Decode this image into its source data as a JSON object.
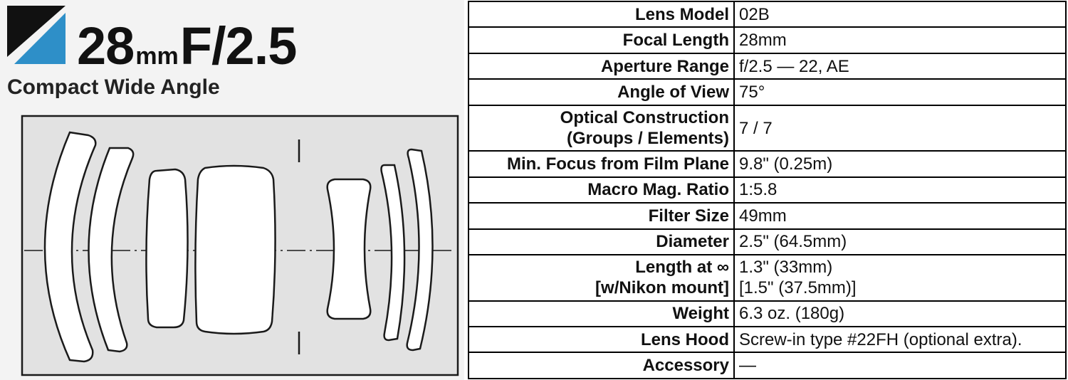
{
  "header": {
    "focal": "28",
    "unit": "mm",
    "aperture": "F/2.5",
    "subtitle": "Compact Wide Angle"
  },
  "colors": {
    "logo_black": "#111111",
    "logo_blue": "#2e8fc8",
    "diagram_fill": "#e2e2e2",
    "element_fill": "#ffffff",
    "stroke": "#1a1a1a"
  },
  "specs": [
    {
      "label": [
        "Lens Model"
      ],
      "value": [
        "02B"
      ]
    },
    {
      "label": [
        "Focal Length"
      ],
      "value": [
        "28mm"
      ]
    },
    {
      "label": [
        "Aperture Range"
      ],
      "value": [
        "f/2.5 — 22, AE"
      ]
    },
    {
      "label": [
        "Angle of View"
      ],
      "value": [
        "75°"
      ]
    },
    {
      "label": [
        "Optical Construction",
        "(Groups / Elements)"
      ],
      "value": [
        "7 / 7"
      ]
    },
    {
      "label": [
        "Min. Focus from Film Plane"
      ],
      "value": [
        "9.8\" (0.25m)"
      ]
    },
    {
      "label": [
        "Macro Mag. Ratio"
      ],
      "value": [
        "1:5.8"
      ]
    },
    {
      "label": [
        "Filter Size"
      ],
      "value": [
        "49mm"
      ]
    },
    {
      "label": [
        "Diameter"
      ],
      "value": [
        "2.5\" (64.5mm)"
      ]
    },
    {
      "label": [
        "Length at ∞",
        "[w/Nikon mount]"
      ],
      "value": [
        "1.3\" (33mm)",
        "[1.5\" (37.5mm)]"
      ]
    },
    {
      "label": [
        "Weight"
      ],
      "value": [
        "6.3 oz. (180g)"
      ]
    },
    {
      "label": [
        "Lens Hood"
      ],
      "value": [
        "Screw-in type #22FH (optional extra)."
      ]
    },
    {
      "label": [
        "Accessory"
      ],
      "value": [
        "—"
      ]
    }
  ]
}
